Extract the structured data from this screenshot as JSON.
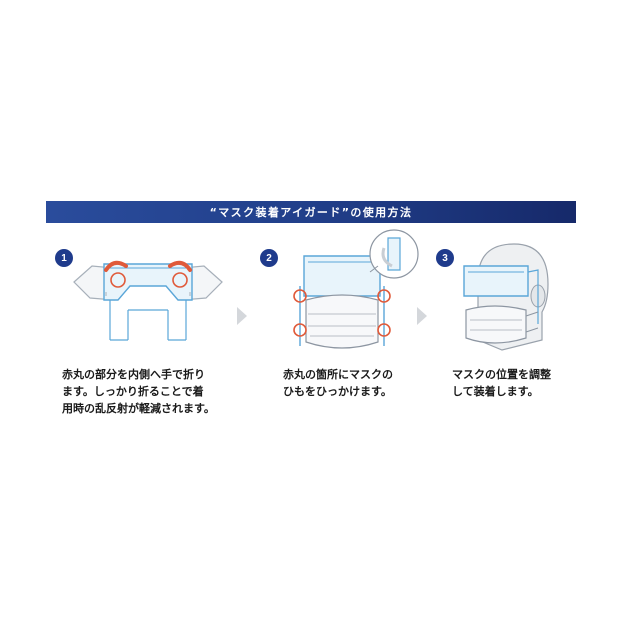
{
  "banner": {
    "title": "“マスク装着アイガード”の使用方法"
  },
  "steps": [
    {
      "number": "1",
      "lines": [
        "赤丸の部分を内側へ手で折り",
        "ます。しっかり折ることで着",
        "用時の乱反射が軽減されます。"
      ]
    },
    {
      "number": "2",
      "lines": [
        "赤丸の箇所にマスクの",
        "ひもをひっかけます。"
      ]
    },
    {
      "number": "3",
      "lines": [
        "マスクの位置を調整",
        "して装着します。"
      ]
    }
  ],
  "colors": {
    "banner": "#213f8a",
    "accent_red": "#e05a3a",
    "shield_blue": "#5aa6d8"
  }
}
